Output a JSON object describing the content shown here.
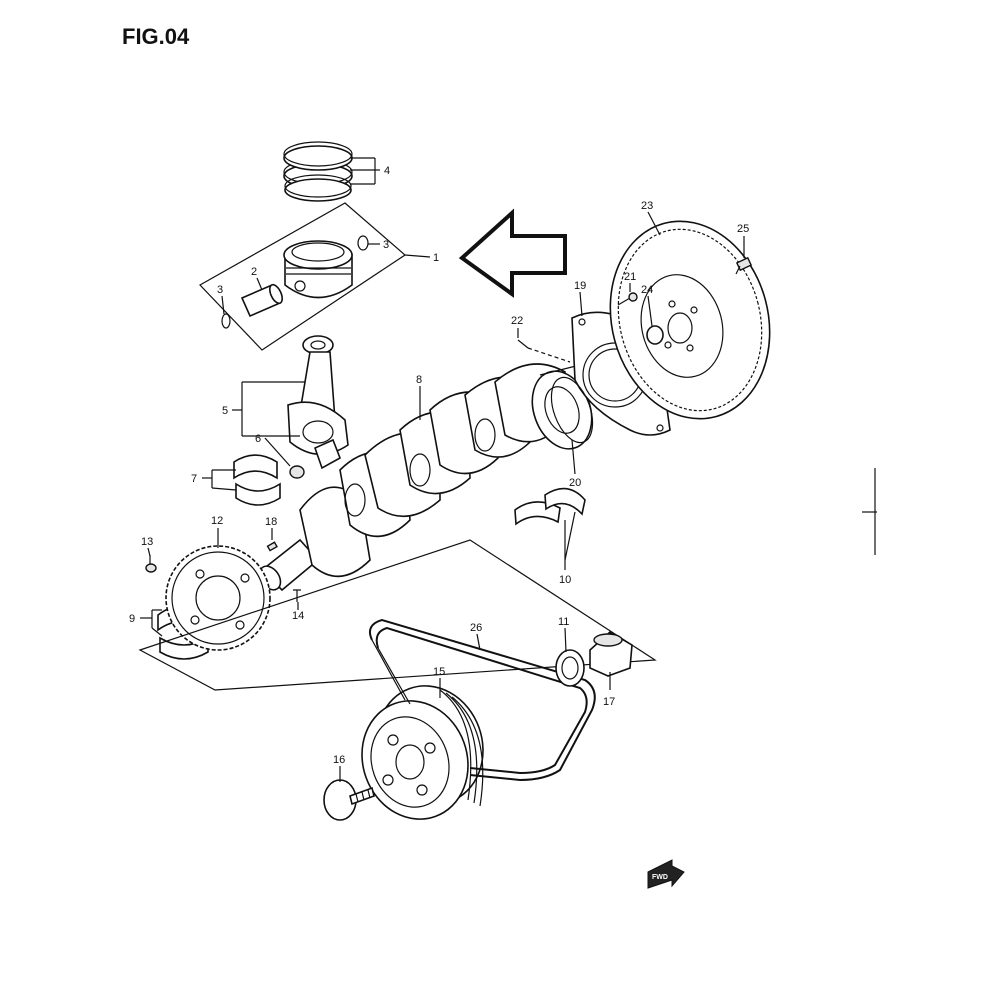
{
  "figure_title": "FIG.04",
  "front_marker": "FWD",
  "callouts": [
    {
      "id": "1",
      "label": "1"
    },
    {
      "id": "2",
      "label": "2"
    },
    {
      "id": "3a",
      "label": "3"
    },
    {
      "id": "3b",
      "label": "3"
    },
    {
      "id": "4",
      "label": "4"
    },
    {
      "id": "5",
      "label": "5"
    },
    {
      "id": "6",
      "label": "6"
    },
    {
      "id": "7",
      "label": "7"
    },
    {
      "id": "8",
      "label": "8"
    },
    {
      "id": "9",
      "label": "9"
    },
    {
      "id": "10",
      "label": "10"
    },
    {
      "id": "11",
      "label": "11"
    },
    {
      "id": "12",
      "label": "12"
    },
    {
      "id": "13",
      "label": "13"
    },
    {
      "id": "14",
      "label": "14"
    },
    {
      "id": "15",
      "label": "15"
    },
    {
      "id": "16",
      "label": "16"
    },
    {
      "id": "17",
      "label": "17"
    },
    {
      "id": "18",
      "label": "18"
    },
    {
      "id": "19",
      "label": "19"
    },
    {
      "id": "20",
      "label": "20"
    },
    {
      "id": "21",
      "label": "21"
    },
    {
      "id": "22",
      "label": "22"
    },
    {
      "id": "23",
      "label": "23"
    },
    {
      "id": "24",
      "label": "24"
    },
    {
      "id": "25",
      "label": "25"
    },
    {
      "id": "26",
      "label": "26"
    }
  ],
  "annotation_arrow": "left-pointing outline arrow"
}
